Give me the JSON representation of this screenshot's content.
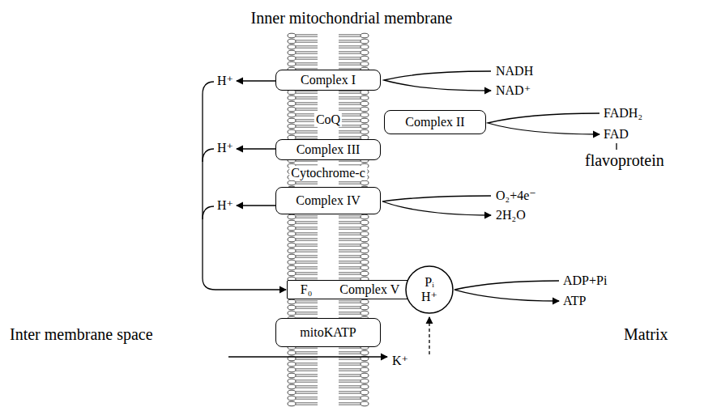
{
  "diagram": {
    "title": "Inner mitochondrial membrane",
    "nodes": [
      {
        "text": [
          "Complex I"
        ]
      },
      {
        "text": [
          "Complex II"
        ]
      },
      {
        "text": [
          "Complex III"
        ]
      },
      {
        "text": [
          "Complex IV"
        ]
      },
      {
        "text": [
          "F₀",
          "Complex V"
        ]
      },
      {
        "text": [
          "Pᵢ",
          "H⁺"
        ]
      },
      {
        "text": [
          "mitoKATP"
        ]
      }
    ],
    "labels": [
      "CoQ",
      "Cytochrome-c",
      "H⁺",
      "H⁺",
      "H⁺",
      "NADH",
      "NAD⁺",
      "FADH₂",
      "FAD",
      "flavoprotein",
      "O₂+4e⁻",
      "2H₂O",
      "ADP+Pi",
      "ATP",
      "Inter membrane space",
      "Matrix",
      "K⁺"
    ]
  }
}
